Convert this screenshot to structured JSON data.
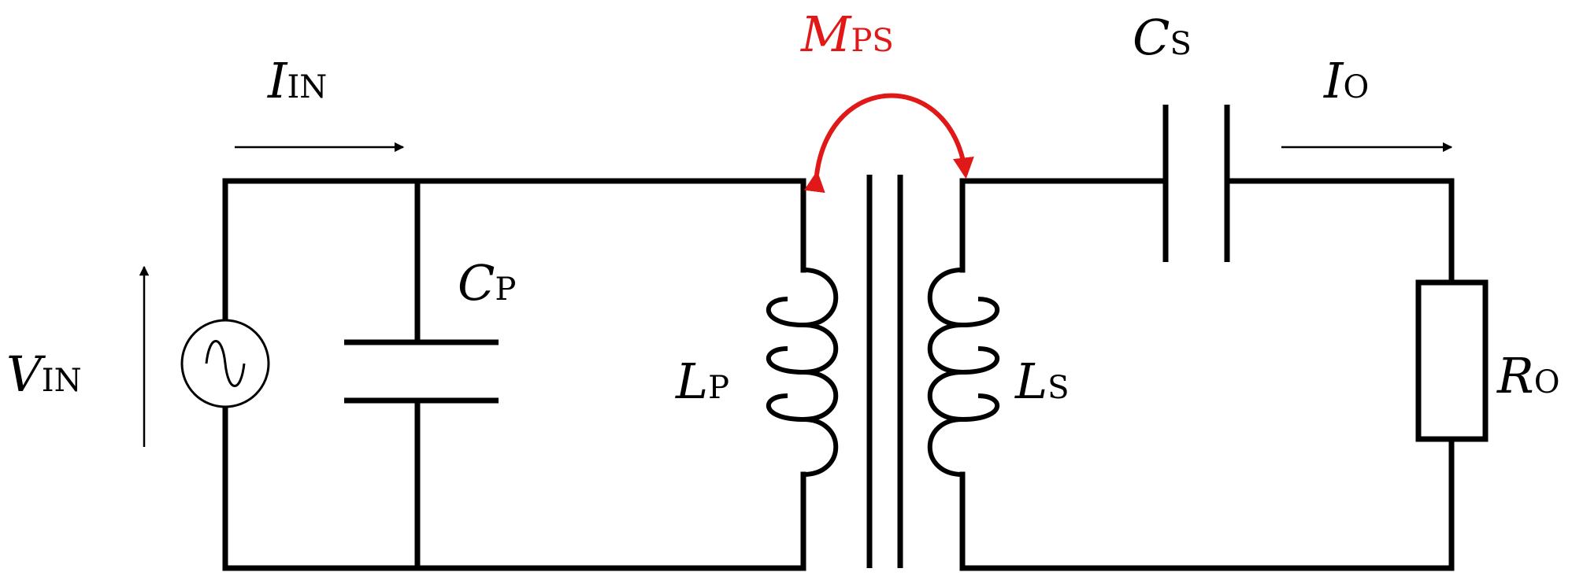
{
  "labels": {
    "i_in": {
      "main": "I",
      "sub": "IN"
    },
    "v_in": {
      "main": "V",
      "sub": "IN"
    },
    "c_p": {
      "main": "C",
      "sub": "P"
    },
    "l_p": {
      "main": "L",
      "sub": "P"
    },
    "m_ps": {
      "main": "M",
      "sub": "PS"
    },
    "l_s": {
      "main": "L",
      "sub": "S"
    },
    "c_s": {
      "main": "C",
      "sub": "S"
    },
    "i_o": {
      "main": "I",
      "sub": "O"
    },
    "r_o": {
      "main": "R",
      "sub": "O"
    }
  },
  "colors": {
    "wire": "#000000",
    "coupling": "#e01818",
    "background": "#ffffff"
  }
}
